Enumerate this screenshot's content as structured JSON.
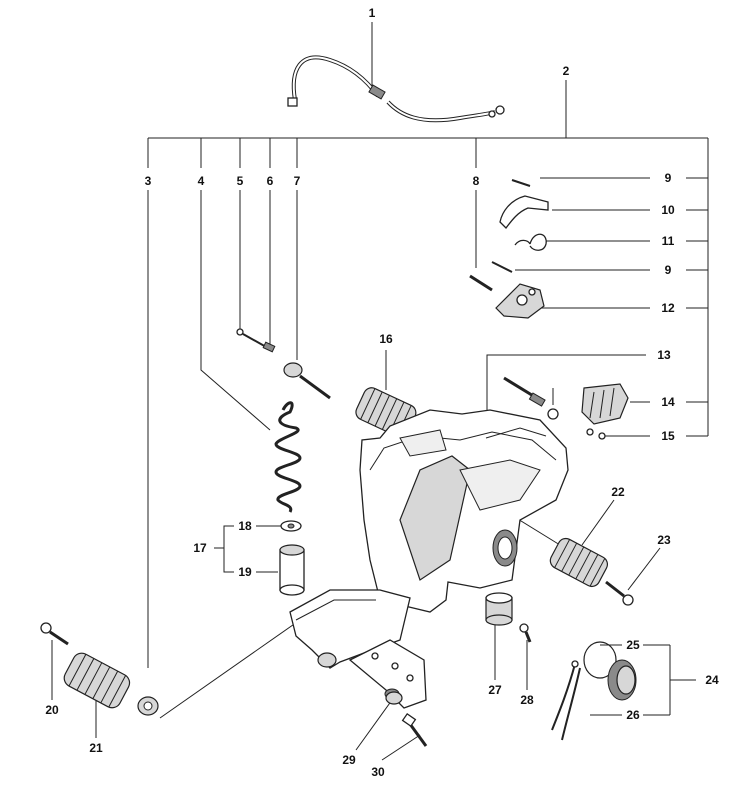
{
  "labels": {
    "l1": "1",
    "l2": "2",
    "l3": "3",
    "l4": "4",
    "l5": "5",
    "l6": "6",
    "l7": "7",
    "l8": "8",
    "l9a": "9",
    "l9b": "9",
    "l10": "10",
    "l11": "11",
    "l12": "12",
    "l13": "13",
    "l14": "14",
    "l15": "15",
    "l16": "16",
    "l17": "17",
    "l18": "18",
    "l19": "19",
    "l20": "20",
    "l21": "21",
    "l22": "22",
    "l23": "23",
    "l24": "24",
    "l25": "25",
    "l26": "26",
    "l27": "27",
    "l28": "28",
    "l29": "29",
    "l30": "30"
  }
}
